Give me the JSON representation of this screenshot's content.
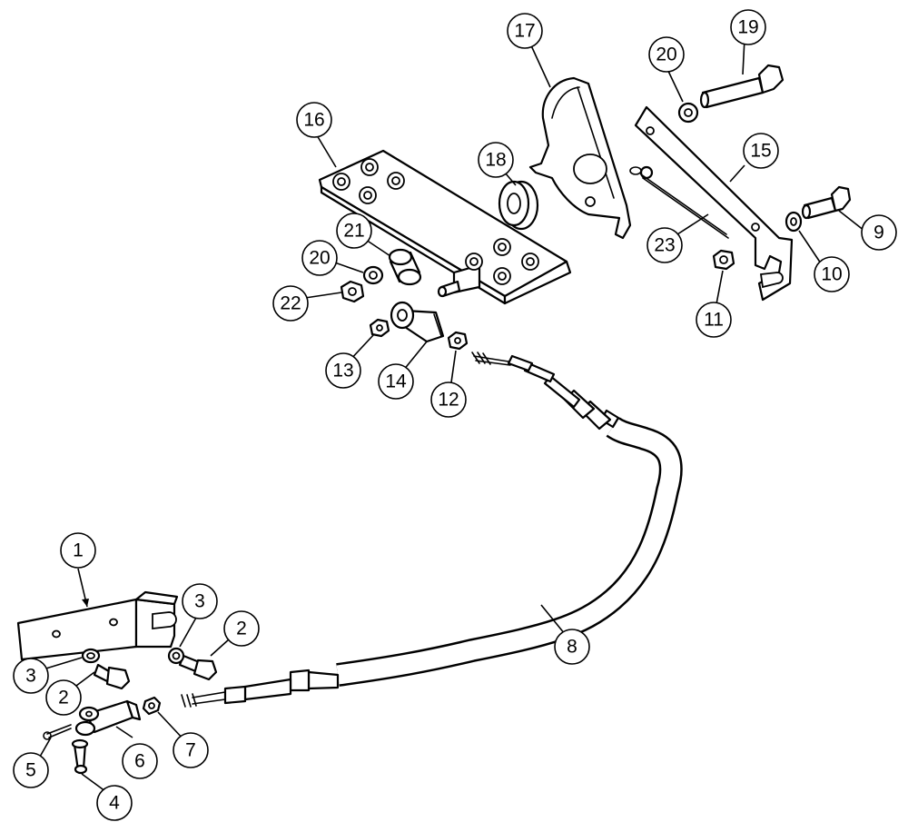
{
  "callouts": [
    {
      "id": "c1",
      "label": "1",
      "part": "mounting-bracket"
    },
    {
      "id": "c2a",
      "label": "2",
      "part": "bolt"
    },
    {
      "id": "c2b",
      "label": "2",
      "part": "bolt"
    },
    {
      "id": "c3a",
      "label": "3",
      "part": "washer"
    },
    {
      "id": "c3b",
      "label": "3",
      "part": "washer"
    },
    {
      "id": "c4",
      "label": "4",
      "part": "clevis-pin"
    },
    {
      "id": "c5",
      "label": "5",
      "part": "cotter-pin"
    },
    {
      "id": "c6",
      "label": "6",
      "part": "clevis"
    },
    {
      "id": "c7",
      "label": "7",
      "part": "jam-nut"
    },
    {
      "id": "c8",
      "label": "8",
      "part": "control-cable"
    },
    {
      "id": "c9",
      "label": "9",
      "part": "bolt"
    },
    {
      "id": "c10",
      "label": "10",
      "part": "washer"
    },
    {
      "id": "c11",
      "label": "11",
      "part": "nut"
    },
    {
      "id": "c12",
      "label": "12",
      "part": "nut"
    },
    {
      "id": "c13",
      "label": "13",
      "part": "nut"
    },
    {
      "id": "c14",
      "label": "14",
      "part": "rod-end"
    },
    {
      "id": "c15",
      "label": "15",
      "part": "pedal-bracket"
    },
    {
      "id": "c16",
      "label": "16",
      "part": "foot-pedal"
    },
    {
      "id": "c17",
      "label": "17",
      "part": "pedal-arm"
    },
    {
      "id": "c18",
      "label": "18",
      "part": "bushing"
    },
    {
      "id": "c19",
      "label": "19",
      "part": "bolt"
    },
    {
      "id": "c20a",
      "label": "20",
      "part": "washer"
    },
    {
      "id": "c20b",
      "label": "20",
      "part": "washer"
    },
    {
      "id": "c21",
      "label": "21",
      "part": "spacer"
    },
    {
      "id": "c22",
      "label": "22",
      "part": "nut"
    },
    {
      "id": "c23",
      "label": "23",
      "part": "spring"
    }
  ]
}
